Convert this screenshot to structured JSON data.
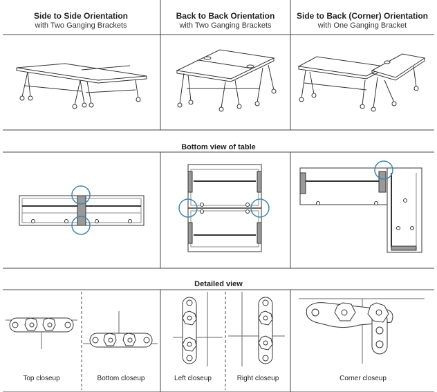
{
  "headers": [
    {
      "title": "Side to Side Orientation",
      "subtitle": "with Two Ganging Brackets"
    },
    {
      "title": "Back to Back Orientation",
      "subtitle": "with Two Ganging Brackets"
    },
    {
      "title": "Side to Back (Corner) Orientation",
      "subtitle": "with One Ganging Bracket"
    }
  ],
  "sections": {
    "bottom_view": "Bottom view of table",
    "detailed_view": "Detailed view"
  },
  "captions": [
    "Top closeup",
    "Bottom closeup",
    "Left closeup",
    "Right closeup",
    "Corner closeup"
  ],
  "colors": {
    "highlight": "#3a86b5",
    "line": "#555555"
  }
}
